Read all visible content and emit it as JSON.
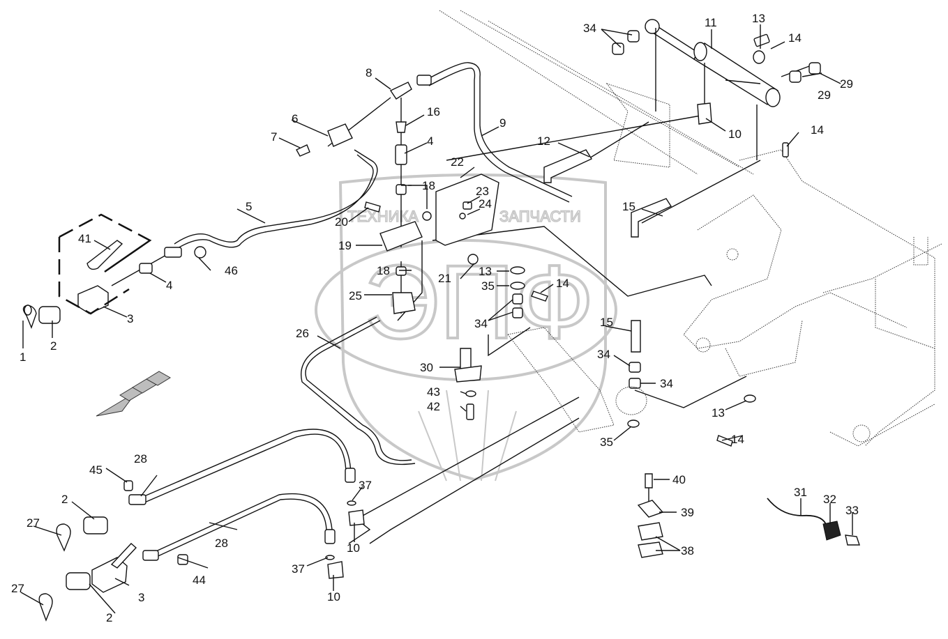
{
  "diagram": {
    "type": "exploded parts diagram",
    "subject": "hydraulic lines and hitch cylinder assembly",
    "watermark": {
      "logo_text": "ЭПФ",
      "caption_left": "ТЕХНИКА",
      "caption_right": "ЗАПЧАСТИ"
    },
    "direction_arrow": "travel-direction-arrow pointing lower-left",
    "callouts": [
      {
        "id": "c1",
        "label": "1"
      },
      {
        "id": "c2a",
        "label": "2"
      },
      {
        "id": "c2b",
        "label": "2"
      },
      {
        "id": "c2c",
        "label": "2"
      },
      {
        "id": "c3a",
        "label": "3"
      },
      {
        "id": "c3b",
        "label": "3"
      },
      {
        "id": "c4a",
        "label": "4"
      },
      {
        "id": "c4b",
        "label": "4"
      },
      {
        "id": "c5",
        "label": "5"
      },
      {
        "id": "c6",
        "label": "6"
      },
      {
        "id": "c7",
        "label": "7"
      },
      {
        "id": "c8",
        "label": "8"
      },
      {
        "id": "c9",
        "label": "9"
      },
      {
        "id": "c10a",
        "label": "10"
      },
      {
        "id": "c10b",
        "label": "10"
      },
      {
        "id": "c10c",
        "label": "10"
      },
      {
        "id": "c11",
        "label": "11"
      },
      {
        "id": "c12",
        "label": "12"
      },
      {
        "id": "c13a",
        "label": "13"
      },
      {
        "id": "c13b",
        "label": "13"
      },
      {
        "id": "c13c",
        "label": "13"
      },
      {
        "id": "c14a",
        "label": "14"
      },
      {
        "id": "c14b",
        "label": "14"
      },
      {
        "id": "c14c",
        "label": "14"
      },
      {
        "id": "c14d",
        "label": "14"
      },
      {
        "id": "c15a",
        "label": "15"
      },
      {
        "id": "c15b",
        "label": "15"
      },
      {
        "id": "c16",
        "label": "16"
      },
      {
        "id": "c18a",
        "label": "18"
      },
      {
        "id": "c18b",
        "label": "18"
      },
      {
        "id": "c19",
        "label": "19"
      },
      {
        "id": "c20",
        "label": "20"
      },
      {
        "id": "c21",
        "label": "21"
      },
      {
        "id": "c22",
        "label": "22"
      },
      {
        "id": "c23",
        "label": "23"
      },
      {
        "id": "c24",
        "label": "24"
      },
      {
        "id": "c25",
        "label": "25"
      },
      {
        "id": "c26",
        "label": "26"
      },
      {
        "id": "c27a",
        "label": "27"
      },
      {
        "id": "c27b",
        "label": "27"
      },
      {
        "id": "c28a",
        "label": "28"
      },
      {
        "id": "c28b",
        "label": "28"
      },
      {
        "id": "c29a",
        "label": "29"
      },
      {
        "id": "c29b",
        "label": "29"
      },
      {
        "id": "c30",
        "label": "30"
      },
      {
        "id": "c31",
        "label": "31"
      },
      {
        "id": "c32",
        "label": "32"
      },
      {
        "id": "c33",
        "label": "33"
      },
      {
        "id": "c34a",
        "label": "34"
      },
      {
        "id": "c34b",
        "label": "34"
      },
      {
        "id": "c34c",
        "label": "34"
      },
      {
        "id": "c34d",
        "label": "34"
      },
      {
        "id": "c35a",
        "label": "35"
      },
      {
        "id": "c35b",
        "label": "35"
      },
      {
        "id": "c37a",
        "label": "37"
      },
      {
        "id": "c37b",
        "label": "37"
      },
      {
        "id": "c38",
        "label": "38"
      },
      {
        "id": "c39",
        "label": "39"
      },
      {
        "id": "c40",
        "label": "40"
      },
      {
        "id": "c41",
        "label": "41"
      },
      {
        "id": "c42",
        "label": "42"
      },
      {
        "id": "c43",
        "label": "43"
      },
      {
        "id": "c44",
        "label": "44"
      },
      {
        "id": "c45",
        "label": "45"
      },
      {
        "id": "c46",
        "label": "46"
      }
    ]
  }
}
